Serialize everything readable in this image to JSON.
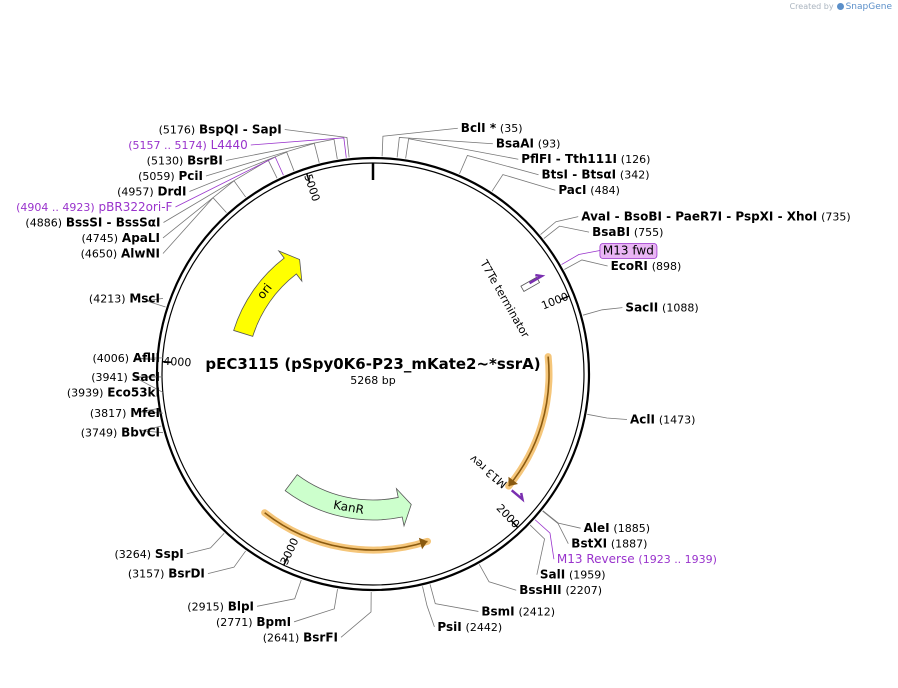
{
  "header": {
    "created_by": "Created by",
    "app_name": "SnapGene"
  },
  "map": {
    "name": "pEC3115 (pSpy0K6-P23_mKate2~*ssrA)",
    "size_text": "5268 bp",
    "length": 5268,
    "ticks": [
      {
        "position": 1000,
        "label": "1000"
      },
      {
        "position": 2000,
        "label": "2000"
      },
      {
        "position": 3000,
        "label": "3000"
      },
      {
        "position": 4000,
        "label": "4000"
      },
      {
        "position": 5000,
        "label": "5000"
      }
    ],
    "features": [
      {
        "name": "ori",
        "start": 4205,
        "end": 4790,
        "direction": "forward",
        "color": "#ffff00"
      },
      {
        "name": "KanR",
        "start": 2395,
        "end": 3175,
        "direction": "reverse",
        "color": "#ccffcc"
      },
      {
        "name": "T7Te terminator",
        "start": 873,
        "end": 892,
        "type": "terminator"
      },
      {
        "name": "M13 fwd",
        "start": 868,
        "end": 884,
        "type": "primer"
      },
      {
        "name": "M13 rev",
        "start": 1894,
        "end": 1910,
        "type": "primer"
      }
    ],
    "orfs": [
      {
        "start": 1234,
        "end": 1896,
        "direction": "forward",
        "color": "#f5c67a"
      },
      {
        "start": 2370,
        "end": 3190,
        "direction": "reverse",
        "color": "#f5c67a"
      }
    ],
    "sites": [
      {
        "name": "BclI *",
        "pos": "(35)",
        "at": 35
      },
      {
        "name": "BsaAI",
        "pos": "(93)",
        "at": 93
      },
      {
        "name": "PflFI - Tth111I",
        "pos": "(126)",
        "at": 126
      },
      {
        "name": "BtsI - BtsαI",
        "pos": "(342)",
        "at": 342
      },
      {
        "name": "PacI",
        "pos": "(484)",
        "at": 484
      },
      {
        "name": "AvaI - BsoBI - PaeR7I - PspXI - XhoI",
        "pos": "(735)",
        "at": 735
      },
      {
        "name": "BsaBI",
        "pos": "(755)",
        "at": 755
      },
      {
        "name": "EcoRI",
        "pos": "(898)",
        "at": 898
      },
      {
        "name": "SacII",
        "pos": "(1088)",
        "at": 1088
      },
      {
        "name": "AclI",
        "pos": "(1473)",
        "at": 1473
      },
      {
        "name": "AleI",
        "pos": "(1885)",
        "at": 1885
      },
      {
        "name": "BstXI",
        "pos": "(1887)",
        "at": 1887
      },
      {
        "name": "SalI",
        "pos": "(1959)",
        "at": 1959
      },
      {
        "name": "BssHII",
        "pos": "(2207)",
        "at": 2207
      },
      {
        "name": "BsmI",
        "pos": "(2412)",
        "at": 2412
      },
      {
        "name": "PsiI",
        "pos": "(2442)",
        "at": 2442
      },
      {
        "name": "BsrFI",
        "pos": "(2641)",
        "at": 2641
      },
      {
        "name": "BpmI",
        "pos": "(2771)",
        "at": 2771
      },
      {
        "name": "BlpI",
        "pos": "(2915)",
        "at": 2915
      },
      {
        "name": "BsrDI",
        "pos": "(3157)",
        "at": 3157
      },
      {
        "name": "SspI",
        "pos": "(3264)",
        "at": 3264
      },
      {
        "name": "BbvCI",
        "pos": "(3749)",
        "at": 3749
      },
      {
        "name": "MfeI",
        "pos": "(3817)",
        "at": 3817
      },
      {
        "name": "Eco53kI",
        "pos": "(3939)",
        "at": 3939
      },
      {
        "name": "SacI",
        "pos": "(3941)",
        "at": 3941
      },
      {
        "name": "AflII",
        "pos": "(4006)",
        "at": 4006
      },
      {
        "name": "MscI",
        "pos": "(4213)",
        "at": 4213
      },
      {
        "name": "AlwNI",
        "pos": "(4650)",
        "at": 4650
      },
      {
        "name": "ApaLI",
        "pos": "(4745)",
        "at": 4745
      },
      {
        "name": "BssSI - BssSαI",
        "pos": "(4886)",
        "at": 4886
      },
      {
        "name": "DrdI",
        "pos": "(4957)",
        "at": 4957
      },
      {
        "name": "PciI",
        "pos": "(5059)",
        "at": 5059
      },
      {
        "name": "BsrBI",
        "pos": "(5130)",
        "at": 5130
      },
      {
        "name": "BspQI - SapI",
        "pos": "(5176)",
        "at": 5176
      }
    ],
    "primer_labels": [
      {
        "name": "L4440",
        "pos": "(5157 .. 5174)",
        "at": 5165
      },
      {
        "name": "pBR322ori-F",
        "pos": "(4904 .. 4923)",
        "at": 4913
      },
      {
        "name": "M13 fwd",
        "pos": "",
        "at": 876,
        "boxed": true
      },
      {
        "name": "M13 Reverse",
        "pos": "(1923 .. 1939)",
        "at": 1931
      }
    ],
    "colors": {
      "primer_text": "#9933cc",
      "primer_box": "#e9b5f4",
      "primer_arrow": "#7a2fb0",
      "ori": "#ffff00",
      "kanr": "#ccffcc",
      "orf": "#f5c67a"
    }
  }
}
